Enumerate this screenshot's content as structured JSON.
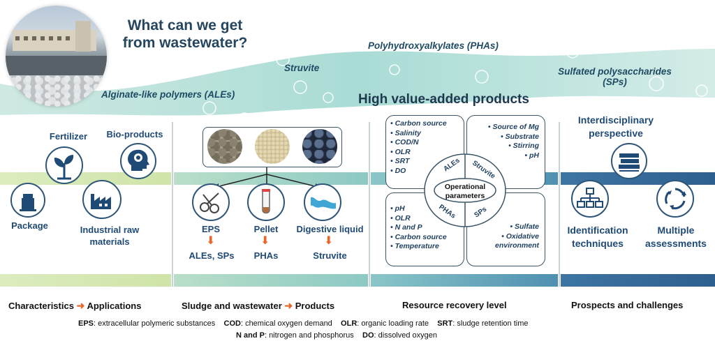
{
  "header": {
    "question_line1": "What can we get",
    "question_line2": "from wastewater?"
  },
  "wave_products": {
    "phas": "Polyhydroxyalkylates (PHAs)",
    "struvite": "Struvite",
    "sps_line1": "Sulfated polysaccharides",
    "sps_line2": "(SPs)",
    "ales": "Alginate-like polymers (ALEs)"
  },
  "main_title": "High value-added products",
  "applications": {
    "fertilizer": "Fertilizer",
    "bio_products": "Bio-products",
    "package": "Package",
    "industrial_line1": "Industrial raw",
    "industrial_line2": "materials"
  },
  "sludge": {
    "eps": "EPS",
    "pellet": "Pellet",
    "digestive": "Digestive liquid",
    "eps_out": "ALEs, SPs",
    "pellet_out": "PHAs",
    "digestive_out": "Struvite"
  },
  "parameters": {
    "center_line1": "Operational",
    "center_line2": "parameters",
    "q_ales": "ALEs",
    "q_struvite": "Struvite",
    "q_phas": "PHAs",
    "q_sps": "SPs",
    "ales_list": [
      "Carbon source",
      "Salinity",
      "COD/N",
      "OLR",
      "SRT",
      "DO"
    ],
    "struvite_list": [
      "Source of Mg",
      "Substrate",
      "Stirring",
      "pH"
    ],
    "phas_list": [
      "pH",
      "OLR",
      "N and P",
      "Carbon source",
      "Temperature"
    ],
    "sps_list": [
      "Sulfate",
      "Oxidative",
      "environment"
    ]
  },
  "prospects": {
    "inter_line1": "Interdisciplinary",
    "inter_line2": "perspective",
    "ident_line1": "Identification",
    "ident_line2": "techniques",
    "multi_line1": "Multiple",
    "multi_line2": "assessments"
  },
  "categories": {
    "cat1_left": "Characteristics",
    "cat1_right": "Applications",
    "cat2_left": "Sludge and wastewater",
    "cat2_right": "Products",
    "cat3": "Resource recovery level",
    "cat4": "Prospects and challenges"
  },
  "footnotes": {
    "eps_abbr": "EPS",
    "eps_def": ": extracellular polymeric substances",
    "cod_abbr": "COD",
    "cod_def": ": chemical oxygen demand",
    "olr_abbr": "OLR",
    "olr_def": ": organic loading rate",
    "srt_abbr": "SRT",
    "srt_def": ": sludge retention time",
    "np_abbr": "N and P",
    "np_def": ": nitrogen and phosphorus",
    "do_abbr": "DO",
    "do_def": ": dissolved oxygen"
  },
  "colors": {
    "accent_orange": "#e8662a",
    "navy": "#1f4a75",
    "band_green": "#cfe4a8",
    "band_teal": "#8cc9c4",
    "band_blue": "#2e5f8e"
  }
}
